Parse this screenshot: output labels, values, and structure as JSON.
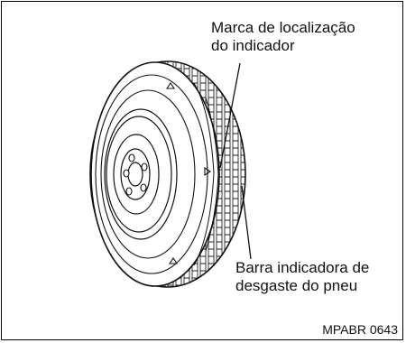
{
  "labels": {
    "indicator_mark_line1": "Marca de localização",
    "indicator_mark_line2": "do indicador",
    "wear_bar_line1": "Barra indicadora de",
    "wear_bar_line2": "desgaste do pneu"
  },
  "figure_code": "MPABR 0643"
}
